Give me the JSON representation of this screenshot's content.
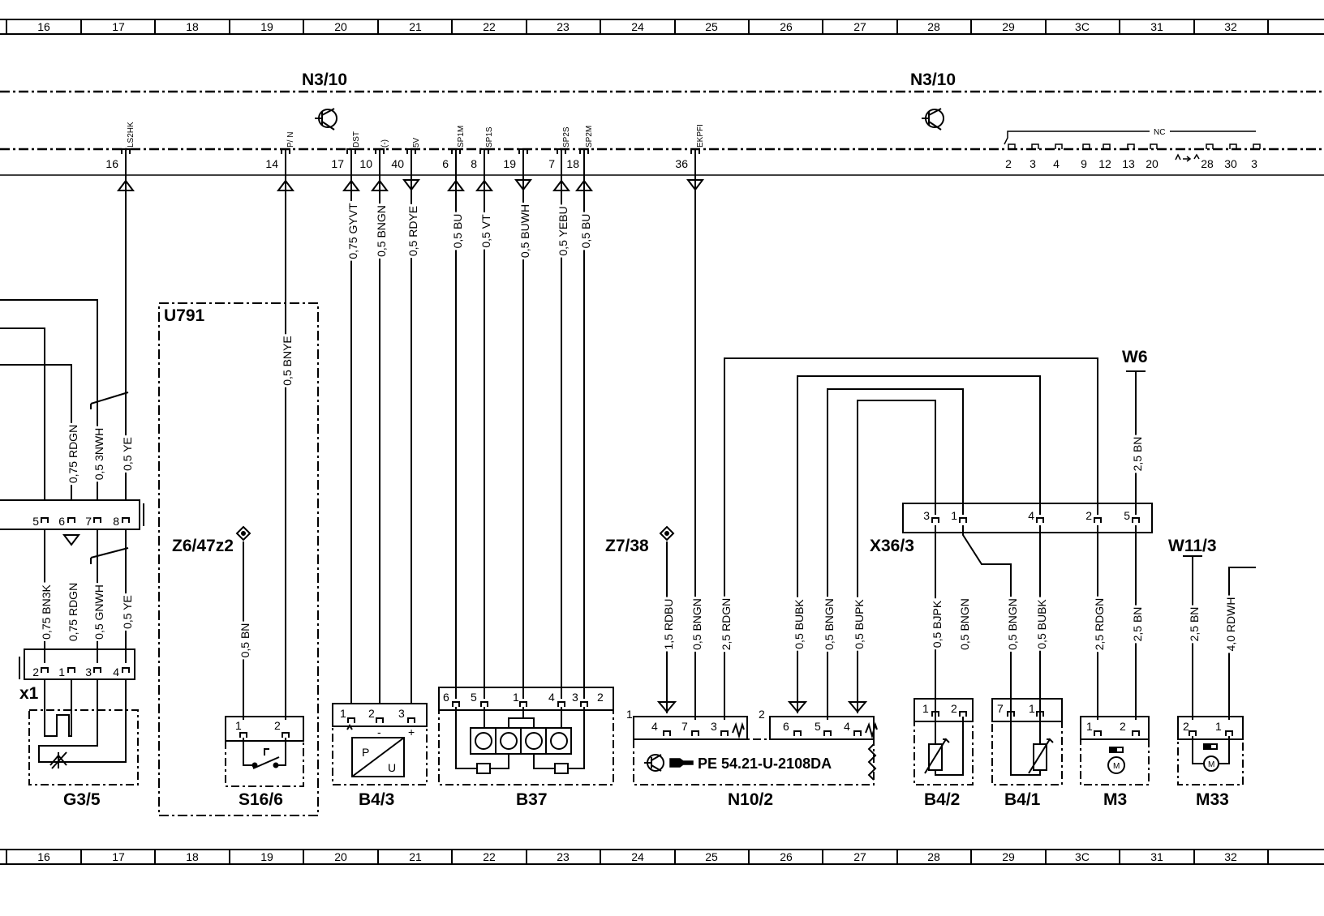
{
  "grid_columns": [
    "16",
    "17",
    "18",
    "19",
    "20",
    "21",
    "22",
    "23",
    "24",
    "25",
    "26",
    "27",
    "28",
    "29",
    "3C",
    "31",
    "32"
  ],
  "control_units": [
    {
      "label": "N3/10"
    },
    {
      "label": "N3/10"
    }
  ],
  "components": {
    "u791": "U791",
    "z6_47z2": "Z6/47z2",
    "z7_38": "Z7/38",
    "x36_3": "X36/3",
    "w6": "W6",
    "w11_3": "W11/3",
    "x1": "x1",
    "g3_5": "G3/5",
    "s16_6": "S16/6",
    "b4_3": "B4/3",
    "b37": "B37",
    "n10_2": "N10/2",
    "b4_2": "B4/2",
    "b4_1": "B4/1",
    "m3": "M3",
    "m33": "M33"
  },
  "top_pins": [
    {
      "pin": "16",
      "signal": "LS2HK"
    },
    {
      "pin": "14",
      "signal": "P/ N"
    },
    {
      "pin": "17",
      "signal": "DST"
    },
    {
      "pin": "10",
      "signal": "(-)"
    },
    {
      "pin": "40",
      "signal": "5V"
    },
    {
      "pin": "6",
      "signal": "SP1M"
    },
    {
      "pin": "8",
      "signal": "SP1S"
    },
    {
      "pin": "19",
      "signal": ""
    },
    {
      "pin": "7",
      "signal": "SP2S"
    },
    {
      "pin": "18",
      "signal": "SP2M"
    },
    {
      "pin": "36",
      "signal": "EKPFI"
    }
  ],
  "right_bus_pins": [
    "2",
    "3",
    "4",
    "9",
    "12",
    "13",
    "20",
    "28",
    "30",
    "3"
  ],
  "nc_label": "NC",
  "upper_wires": [
    "0,75 GYVT",
    "0,5 BNGN",
    "0,5 RDYE",
    "0,5 BU",
    "0,5 VT",
    "0,5 BUWH",
    "0,5 YEBU",
    "0,5 BU",
    "0,5 BNYE",
    "0,75 RDGN",
    "0,5 3NWH",
    "0,5 YE",
    "2,5 BN"
  ],
  "lower_wires": [
    "0,75 BN3K",
    "0,75 RDGN",
    "0,5 GNWH",
    "0,5 YE",
    "0,5 BN",
    "1,5 RDBU",
    "0,5 BNGN",
    "2,5 RDGN",
    "0,5 BUBK",
    "0,5 BNGN",
    "0,5 BUPK",
    "0,5 BJPK",
    "0,5 BNGN",
    "0,5 BNGN",
    "0,5 BUBK",
    "2,5 RDGN",
    "2,5 BN",
    "2,5 BN",
    "4,0 RDWH"
  ],
  "connector_pins": {
    "left_upper": [
      "5",
      "6",
      "7",
      "8"
    ],
    "left_lower": [
      "2",
      "1",
      "3",
      "4"
    ],
    "s16_6": [
      "1",
      "2"
    ],
    "b4_3": [
      "1",
      "2",
      "3"
    ],
    "b4_3_signs": [
      "-",
      "+"
    ],
    "b4_3_symbols": [
      "P",
      "U"
    ],
    "b37": [
      "6",
      "5",
      "1",
      "4",
      "3",
      "2"
    ],
    "n10_2_a": [
      "1",
      "4",
      "7",
      "3"
    ],
    "n10_2_b": [
      "2",
      "6",
      "5",
      "4"
    ],
    "x36_3": [
      "3",
      "1",
      "4",
      "2",
      "5"
    ],
    "b4_2": [
      "1",
      "2"
    ],
    "b4_1": [
      "7",
      "1"
    ],
    "m3": [
      "1",
      "2"
    ],
    "m33": [
      "2",
      "1"
    ]
  },
  "n10_2_text": "PE 54.21-U-2108DA"
}
